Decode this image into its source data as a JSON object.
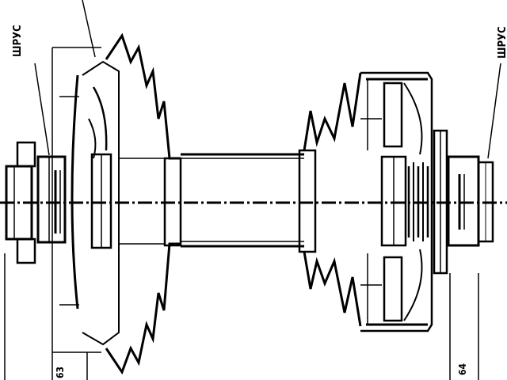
{
  "diagram": {
    "labels": {
      "top_left": "ШРУС",
      "top_right": "ШРУС",
      "bottom_left": "63",
      "bottom_right": "64"
    },
    "colors": {
      "ink": "#000000",
      "paper": "#ffffff"
    }
  }
}
